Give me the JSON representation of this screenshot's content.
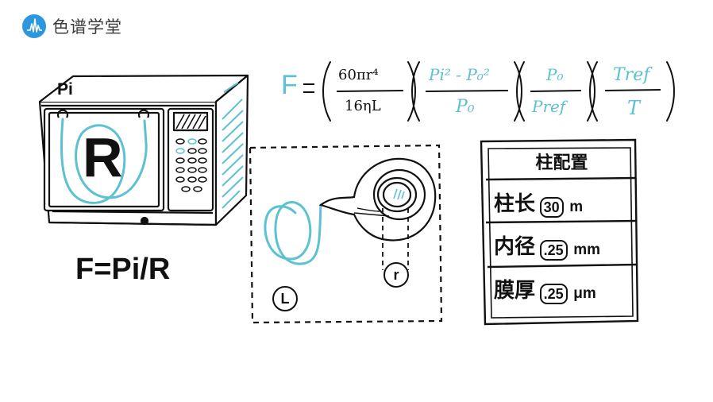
{
  "logo": {
    "text": "色谱学堂",
    "accent": "#2c97de"
  },
  "instrument": {
    "inlet_label": "Pi",
    "symbol": "R"
  },
  "ohm_formula": "F=Pi/R",
  "column_diagram": {
    "length_label": "L",
    "radius_label": "r"
  },
  "flow_equation": {
    "lhs": "F",
    "eq": "=",
    "f1_num": "60πr⁴",
    "f1_den": "16ηL",
    "f2_num": "Pi² - P₀²",
    "f2_den": "P₀",
    "f3_num": "P₀",
    "f3_den": "Pref",
    "f4_num": "Tref",
    "f4_den": "T",
    "color": "#5cc1d0"
  },
  "column_config": {
    "title": "柱配置",
    "rows": [
      {
        "name": "柱长",
        "value": "30",
        "unit": "m"
      },
      {
        "name": "内径",
        "value": ".25",
        "unit": "mm"
      },
      {
        "name": "膜厚",
        "value": ".25",
        "unit": "μm"
      }
    ]
  }
}
